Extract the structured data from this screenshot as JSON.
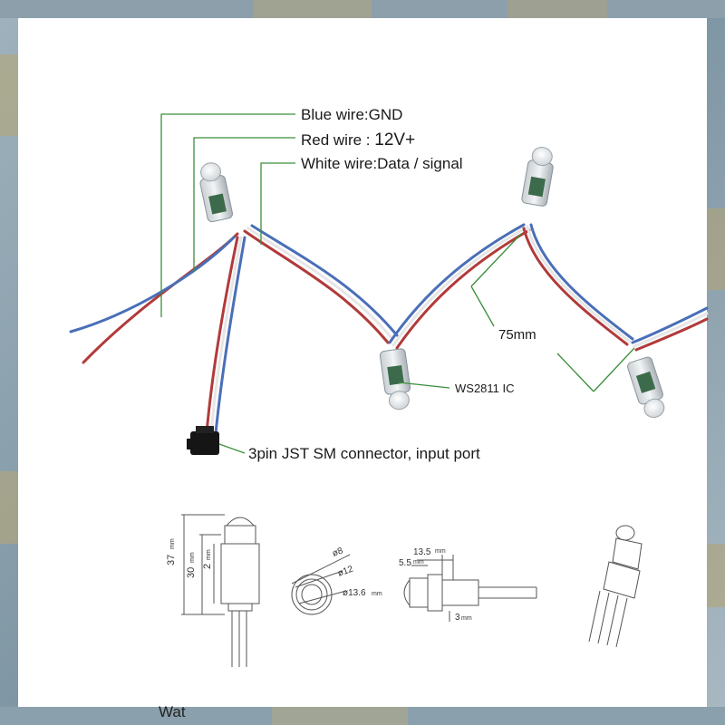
{
  "labels": {
    "blue_wire": "Blue wire:GND",
    "red_wire_prefix": "Red wire :",
    "red_wire_voltage": "12V+",
    "white_wire": "White wire:Data / signal",
    "length": "75mm",
    "ic": "WS2811 IC",
    "connector": "3pin JST SM connector, input port"
  },
  "dimensions": {
    "height_total": "37",
    "height_body": "30",
    "height_small": "2",
    "unit": "mm",
    "dia_inner": "ø8",
    "dia_mid": "ø12",
    "dia_outer": "ø13.6",
    "len_cap": "5.5",
    "len_body": "13.5",
    "len_flange": "3"
  },
  "footer_text": "Wat"
}
